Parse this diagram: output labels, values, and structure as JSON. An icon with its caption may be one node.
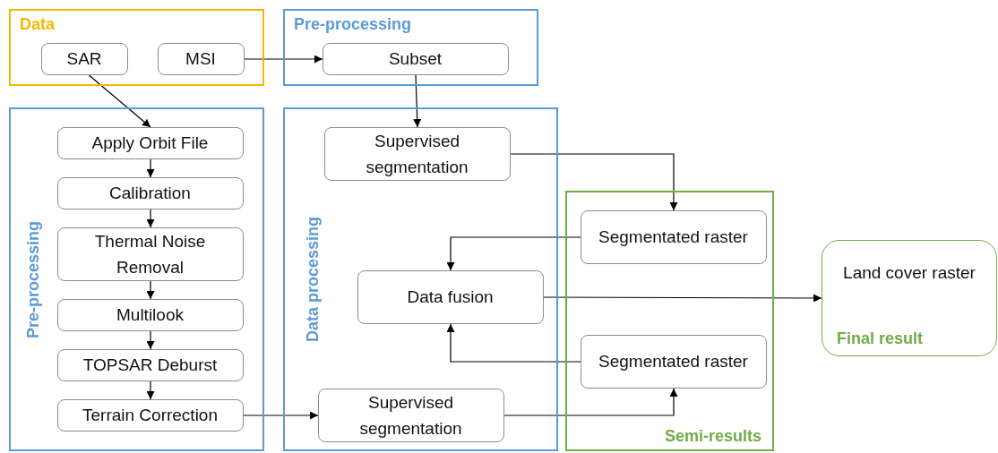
{
  "diagram": {
    "nodes": [
      {
        "text": [
          "Data"
        ]
      },
      {
        "text": [
          "SAR"
        ],
        "in": 0
      },
      {
        "text": [
          "MSI"
        ],
        "in": 0
      },
      {
        "text": [
          "Pre-processing"
        ]
      },
      {
        "text": [
          "Subset"
        ],
        "in": 3
      },
      {
        "text": [
          "Pre-processing"
        ]
      },
      {
        "text": [
          "Apply Orbit File"
        ],
        "in": 5
      },
      {
        "text": [
          "Calibration"
        ],
        "in": 5
      },
      {
        "text": [
          "Thermal Noise Removal"
        ],
        "in": 5
      },
      {
        "text": [
          "Multilook"
        ],
        "in": 5
      },
      {
        "text": [
          "TOPSAR Deburst"
        ],
        "in": 5
      },
      {
        "text": [
          "Terrain Correction"
        ],
        "in": 5
      },
      {
        "text": [
          "Data processing"
        ]
      },
      {
        "text": [
          "Supervised segmentation"
        ],
        "in": 12
      },
      {
        "text": [
          "Data fusion"
        ],
        "in": 12
      },
      {
        "text": [
          "Supervised segmentation"
        ],
        "in": 12
      },
      {
        "text": [
          "Semi-results"
        ]
      },
      {
        "text": [
          "Segmentated raster"
        ],
        "in": 16
      },
      {
        "text": [
          "Segmentated raster"
        ],
        "in": 16
      },
      {
        "text": [
          "Land cover raster",
          "Final result"
        ]
      }
    ],
    "edges": [
      {
        "from": 2,
        "to": 4,
        "arrow": "to"
      },
      {
        "from": 1,
        "to": 6,
        "arrow": "to"
      },
      {
        "from": 4,
        "to": 13,
        "arrow": "to"
      },
      {
        "from": 6,
        "to": 7,
        "arrow": "to"
      },
      {
        "from": 7,
        "to": 8,
        "arrow": "to"
      },
      {
        "from": 8,
        "to": 9,
        "arrow": "to"
      },
      {
        "from": 9,
        "to": 10,
        "arrow": "to"
      },
      {
        "from": 10,
        "to": 11,
        "arrow": "to"
      },
      {
        "from": 11,
        "to": 15,
        "arrow": "to"
      },
      {
        "from": 13,
        "to": 17,
        "arrow": "to"
      },
      {
        "from": 15,
        "to": 18,
        "arrow": "to"
      },
      {
        "from": 17,
        "to": 14,
        "arrow": "to"
      },
      {
        "from": 18,
        "to": 14,
        "arrow": "to"
      },
      {
        "from": 14,
        "to": 19,
        "arrow": "to"
      }
    ]
  }
}
